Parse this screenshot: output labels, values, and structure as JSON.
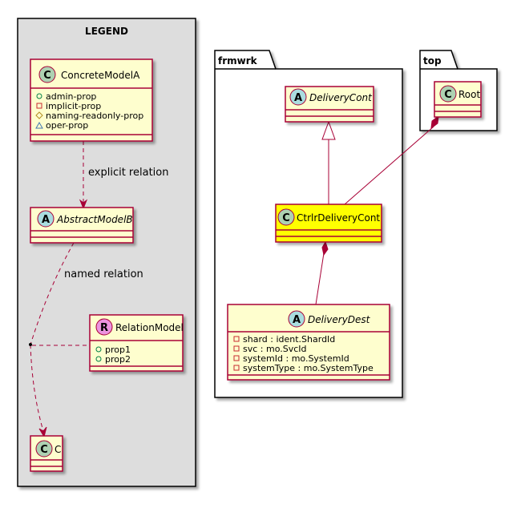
{
  "legend": {
    "title": "LEGEND",
    "concrete_model": {
      "stereotype": "C",
      "name": "ConcreteModelA",
      "members": [
        {
          "visibility": "public",
          "text": "admin-prop"
        },
        {
          "visibility": "private",
          "text": "implicit-prop"
        },
        {
          "visibility": "protected",
          "text": "naming-readonly-prop"
        },
        {
          "visibility": "package",
          "text": "oper-prop"
        }
      ]
    },
    "abstract_model": {
      "stereotype": "A",
      "name": "AbstractModelB"
    },
    "relation_model": {
      "stereotype": "R",
      "name": "RelationModel",
      "members": [
        {
          "visibility": "public",
          "text": "prop1"
        },
        {
          "visibility": "public",
          "text": "prop2"
        }
      ]
    },
    "class_c": {
      "stereotype": "C",
      "name": "C"
    },
    "explicit_relation_label": "explicit relation",
    "named_relation_label": "named relation"
  },
  "frmwrk": {
    "package_name": "frmwrk",
    "delivery_cont": {
      "stereotype": "A",
      "name": "DeliveryCont"
    },
    "ctrlr_delivery_cont": {
      "stereotype": "C",
      "name": "CtrlrDeliveryCont"
    },
    "delivery_dest": {
      "stereotype": "A",
      "name": "DeliveryDest",
      "members": [
        {
          "visibility": "private",
          "text": "shard : ident.ShardId"
        },
        {
          "visibility": "private",
          "text": "svc : mo.SvcId"
        },
        {
          "visibility": "private",
          "text": "systemId : mo.SystemId"
        },
        {
          "visibility": "private",
          "text": "systemType : mo.SystemType"
        }
      ]
    }
  },
  "top": {
    "package_name": "top",
    "root": {
      "stereotype": "C",
      "name": "Root"
    }
  },
  "colors": {
    "class_fill": "#FEFECE",
    "class_border": "#A80036",
    "highlight_fill": "#FFFF00",
    "legend_fill": "#DDDDDD",
    "stereo_class": "#ADD1B2",
    "stereo_abstract": "#A9DCDF",
    "stereo_relation": "#EB93DF"
  }
}
